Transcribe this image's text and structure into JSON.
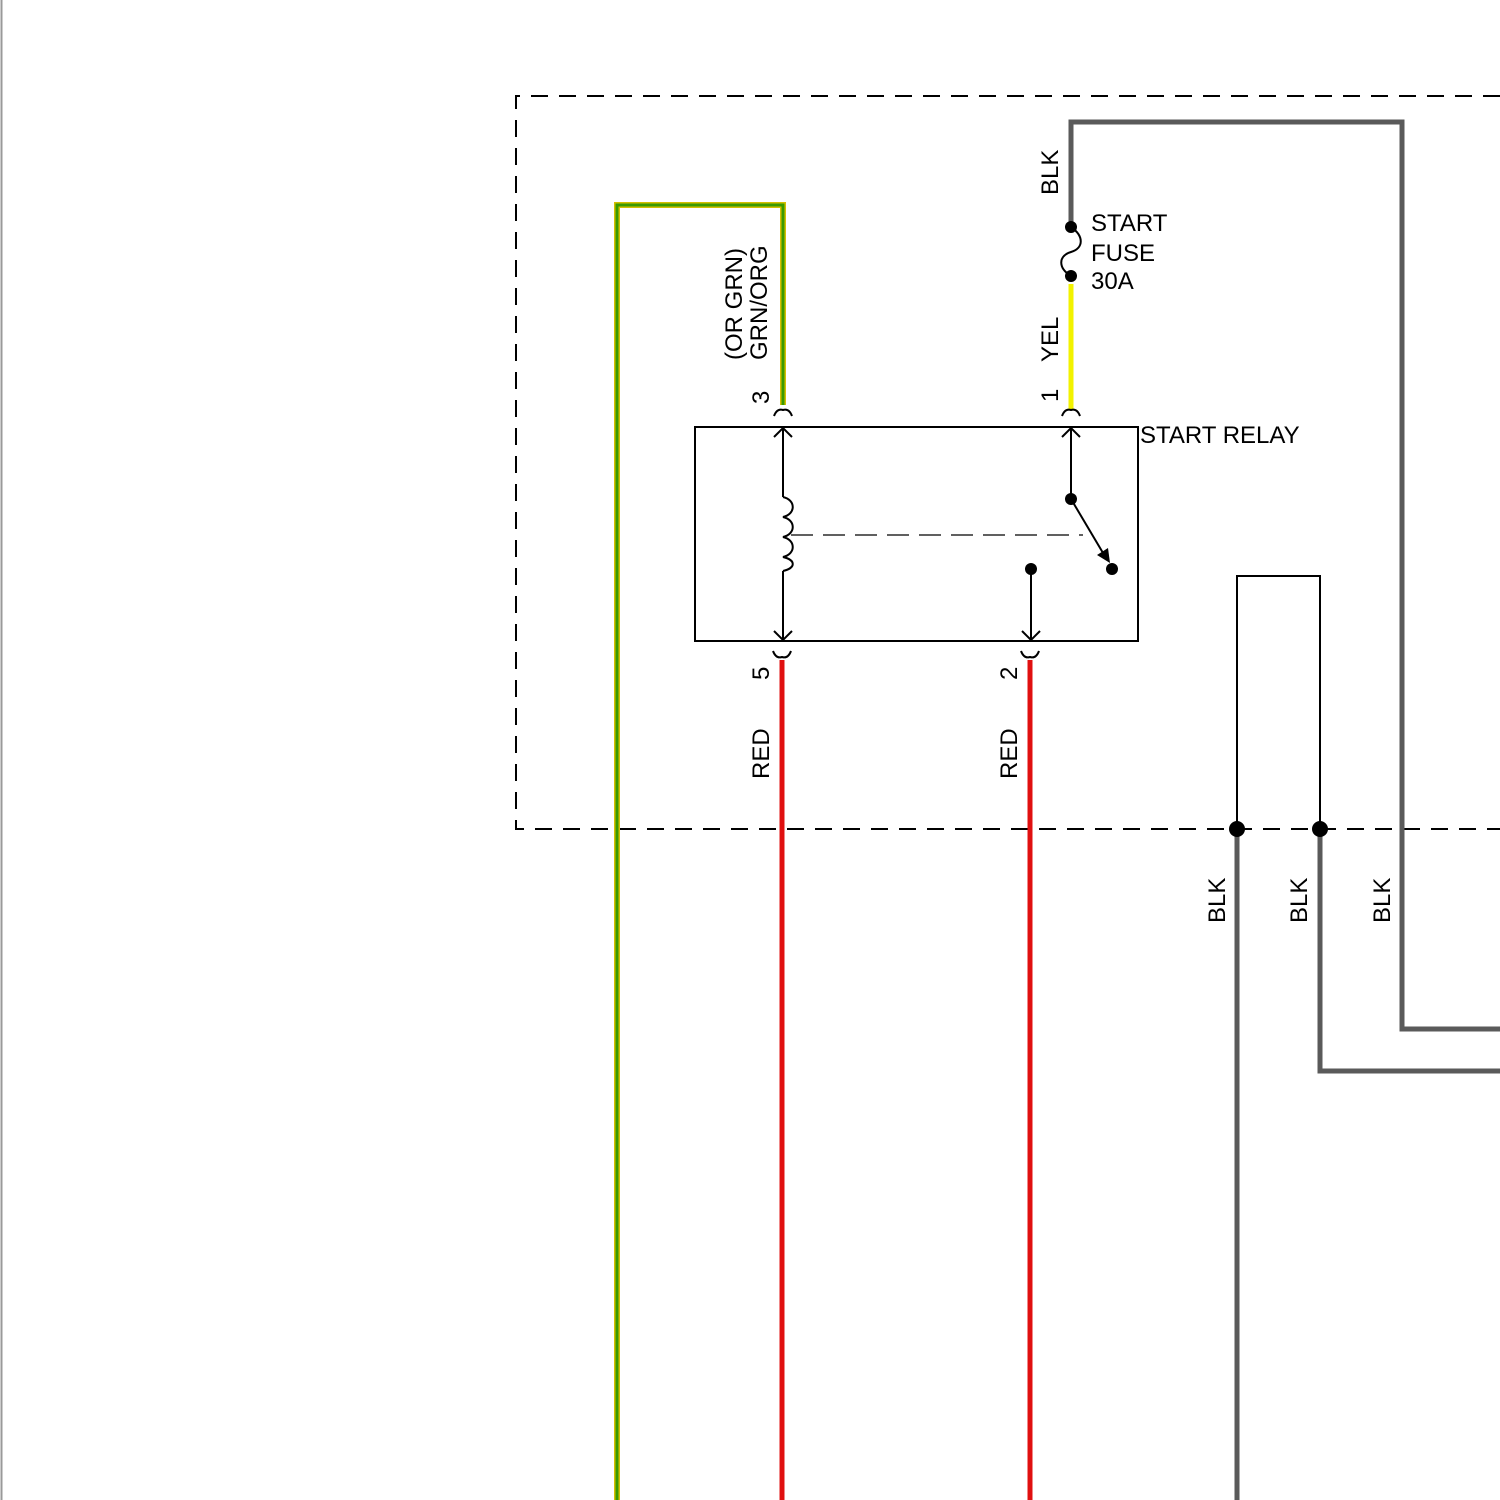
{
  "component": {
    "name": "START RELAY"
  },
  "fuse": {
    "line1": "START",
    "line2": "FUSE",
    "line3": "30A"
  },
  "terminals": {
    "t1": "1",
    "t2": "2",
    "t3": "3",
    "t5": "5"
  },
  "wires": {
    "grn_org": "GRN/ORG",
    "grn_org_alt": "(OR GRN)",
    "blk_fuse": "BLK",
    "yel": "YEL",
    "red_5": "RED",
    "red_2": "RED",
    "blk_1": "BLK",
    "blk_2": "BLK",
    "blk_3": "BLK"
  },
  "colors": {
    "red": "#e01010",
    "green": "#3a9a00",
    "green_edge": "#d4c000",
    "yellow": "#f2f200",
    "black_wire": "#5a5a5a",
    "outline": "#000000"
  }
}
